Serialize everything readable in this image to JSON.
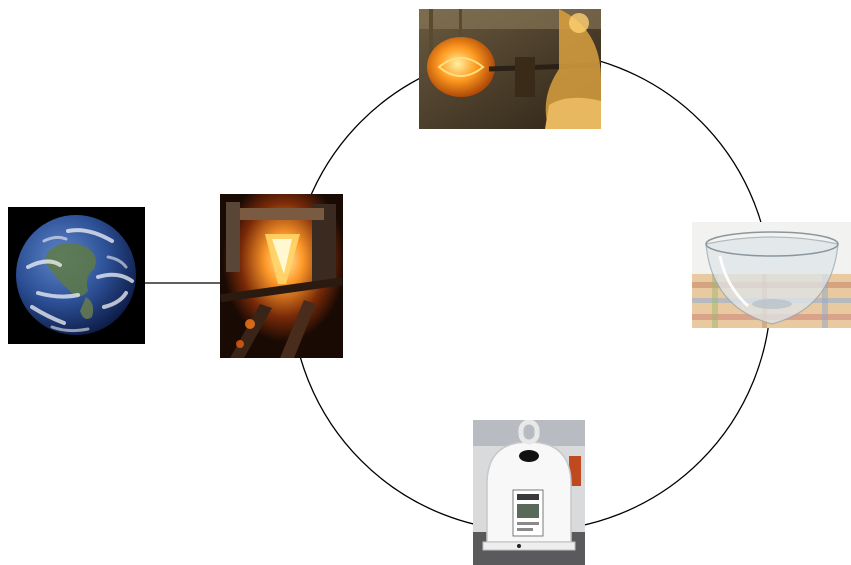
{
  "diagram": {
    "kind": "glass-recycling-cycle",
    "connector_color": "#000000",
    "nodes": [
      {
        "id": "earth",
        "depicts": "planet-earth-photo"
      },
      {
        "id": "furnace",
        "depicts": "glass-melting-furnace-photo"
      },
      {
        "id": "glassblowing",
        "depicts": "glassblowing-molten-glass-photo"
      },
      {
        "id": "bowl",
        "depicts": "glass-bowl-photo"
      },
      {
        "id": "bin",
        "depicts": "glass-recycling-bin-photo"
      }
    ],
    "edges": [
      {
        "from": "earth",
        "to": "furnace"
      },
      {
        "from": "furnace",
        "to": "glassblowing"
      },
      {
        "from": "glassblowing",
        "to": "bowl"
      },
      {
        "from": "bowl",
        "to": "bin"
      },
      {
        "from": "bin",
        "to": "furnace"
      }
    ]
  }
}
